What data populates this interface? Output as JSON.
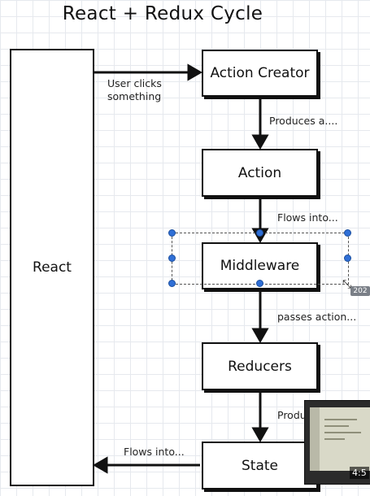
{
  "diagram": {
    "title": "React + Redux Cycle",
    "nodes": {
      "react": "React",
      "action_creator": "Action Creator",
      "action": "Action",
      "middleware": "Middleware",
      "reducers": "Reducers",
      "state": "State"
    },
    "edge_labels": {
      "user_clicks": "User clicks something",
      "produces_a": "Produces a....",
      "flows_into_1": "Flows into...",
      "passes_action": "passes action...",
      "produces_partial": "Produ",
      "flows_into_2": "Flows into..."
    }
  },
  "overlay": {
    "size_badge": "202",
    "video_time": "4:5"
  }
}
